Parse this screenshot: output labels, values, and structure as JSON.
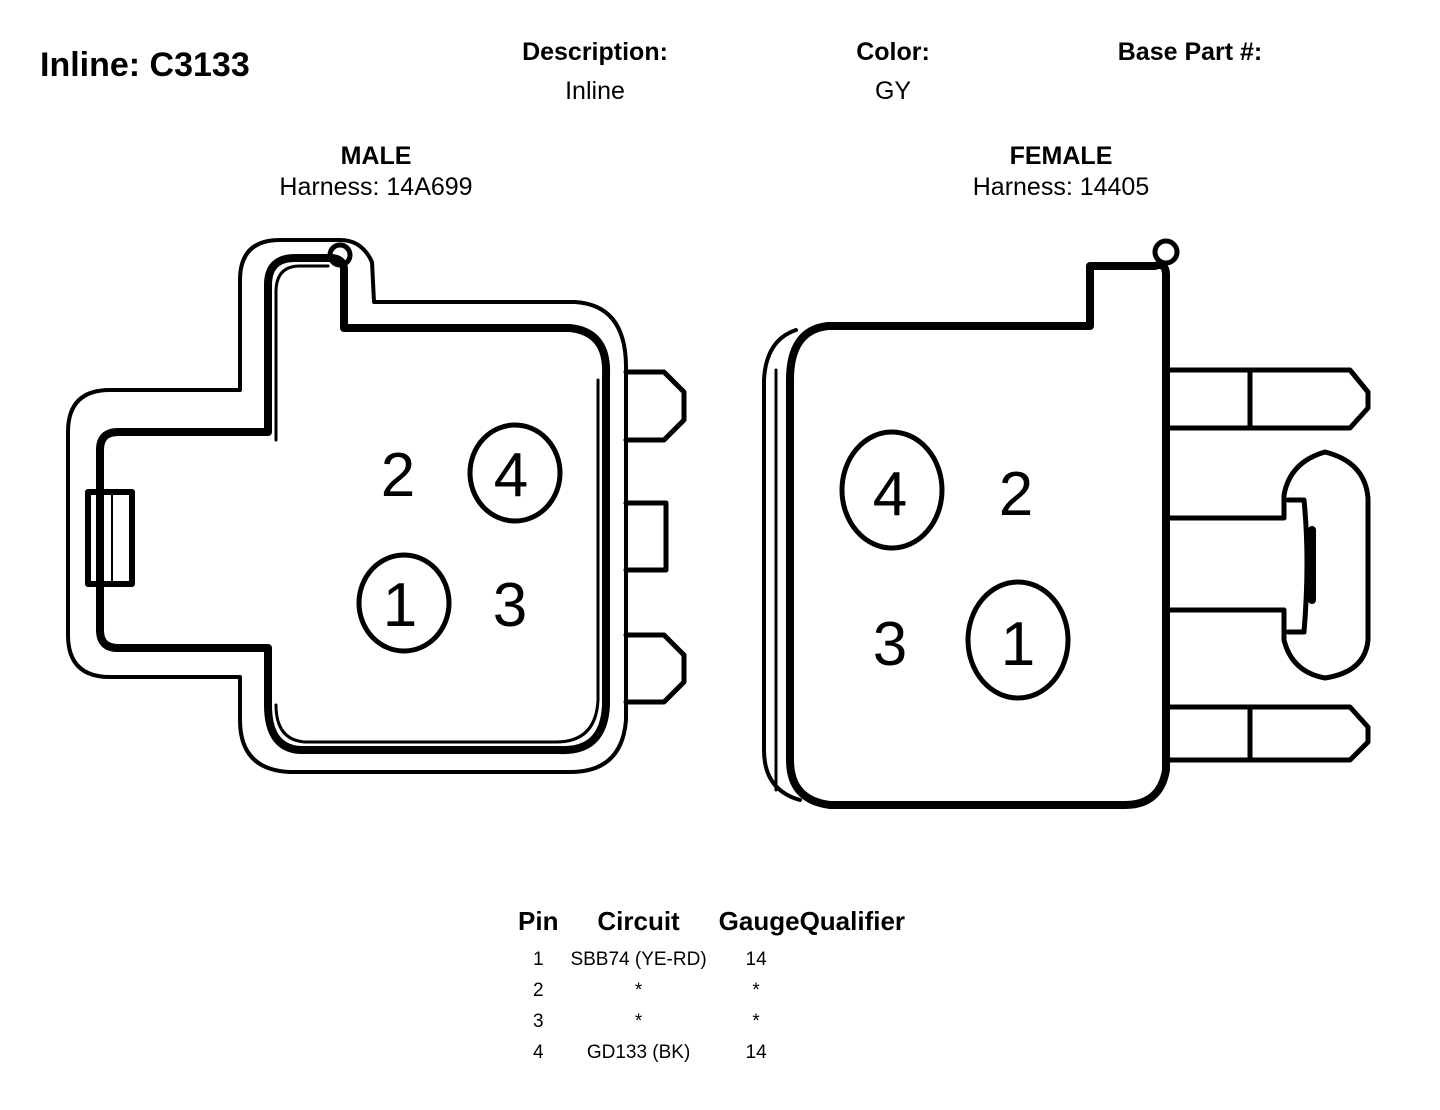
{
  "header": {
    "title": "Inline: C3133",
    "description_label": "Description:",
    "description_value": "Inline",
    "color_label": "Color:",
    "color_value": "GY",
    "base_part_label": "Base Part #:",
    "base_part_value": ""
  },
  "male": {
    "title": "MALE",
    "harness": "Harness: 14A699",
    "pins": [
      "1",
      "2",
      "3",
      "4"
    ]
  },
  "female": {
    "title": "FEMALE",
    "harness": "Harness: 14405",
    "pins": [
      "1",
      "2",
      "3",
      "4"
    ]
  },
  "pin_table": {
    "headers": [
      "Pin",
      "Circuit",
      "Gauge",
      "Qualifier"
    ],
    "rows": [
      {
        "pin": "1",
        "circuit": "SBB74 (YE-RD)",
        "gauge": "14",
        "qualifier": ""
      },
      {
        "pin": "2",
        "circuit": "*",
        "gauge": "*",
        "qualifier": ""
      },
      {
        "pin": "3",
        "circuit": "*",
        "gauge": "*",
        "qualifier": ""
      },
      {
        "pin": "4",
        "circuit": "GD133 (BK)",
        "gauge": "14",
        "qualifier": ""
      }
    ]
  }
}
